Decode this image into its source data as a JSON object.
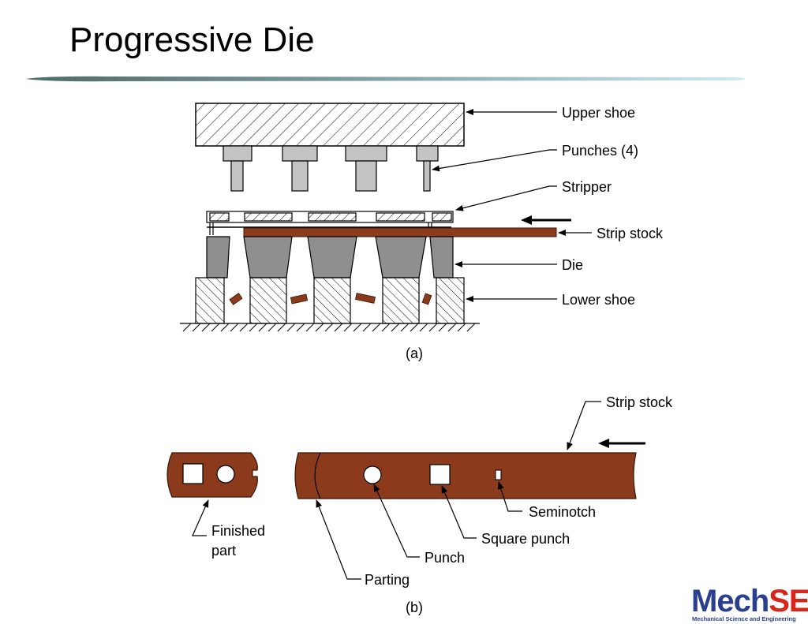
{
  "slide": {
    "title": "Progressive Die"
  },
  "figure_a": {
    "caption": "(a)",
    "labels": {
      "upper_shoe": "Upper shoe",
      "punches": "Punches (4)",
      "stripper": "Stripper",
      "strip_stock": "Strip stock",
      "die": "Die",
      "lower_shoe": "Lower shoe"
    }
  },
  "figure_b": {
    "caption": "(b)",
    "labels": {
      "strip_stock": "Strip stock",
      "finished_part_line1": "Finished",
      "finished_part_line2": "part",
      "seminotch": "Seminotch",
      "square_punch": "Square punch",
      "punch": "Punch",
      "parting": "Parting"
    }
  },
  "logo": {
    "mech": "Mech",
    "se": "SE",
    "subtitle": "Mechanical Science and Engineering"
  },
  "colors": {
    "strip": "#8b3a1c",
    "strip_dark": "#5e250f",
    "steel": "#9a9a9a",
    "punch": "#c4c4c4",
    "rule_dark": "#4e6a6a",
    "rule_light": "#bfe4ea",
    "logo_blue": "#2a3f8f",
    "logo_red": "#d8261b"
  }
}
